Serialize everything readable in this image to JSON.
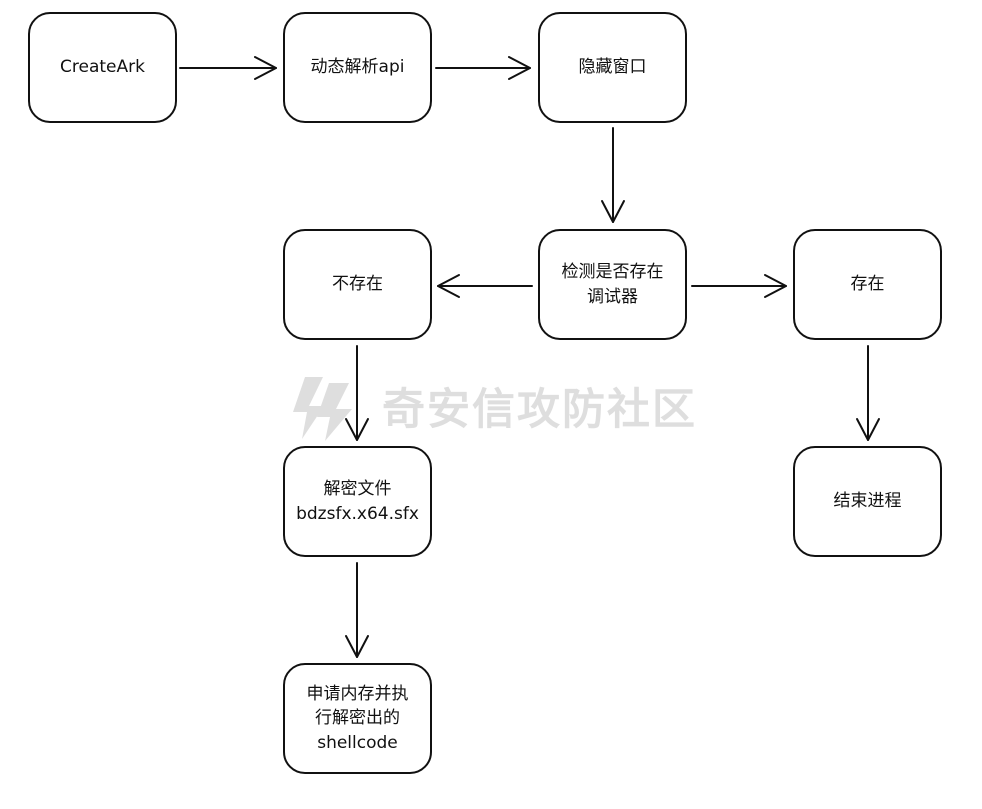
{
  "diagram": {
    "nodes": {
      "create_ark": {
        "line1": "CreateArk"
      },
      "dynamic_api": {
        "line1": "动态解析api"
      },
      "hide_window": {
        "line1": "隐藏窗口"
      },
      "check_debugger": {
        "line1": "检测是否存在",
        "line2": "调试器"
      },
      "not_exist": {
        "line1": "不存在"
      },
      "exist": {
        "line1": "存在"
      },
      "decrypt_file": {
        "line1": "解密文件",
        "line2": "bdzsfx.x64.sfx"
      },
      "end_process": {
        "line1": "结束进程"
      },
      "alloc_exec": {
        "line1": "申请内存并执",
        "line2": "行解密出的",
        "line3": "shellcode"
      }
    }
  },
  "watermark": {
    "text": "奇安信攻防社区"
  },
  "colors": {
    "stroke": "#111111",
    "background": "#ffffff",
    "watermark": "#6d6d6d"
  }
}
